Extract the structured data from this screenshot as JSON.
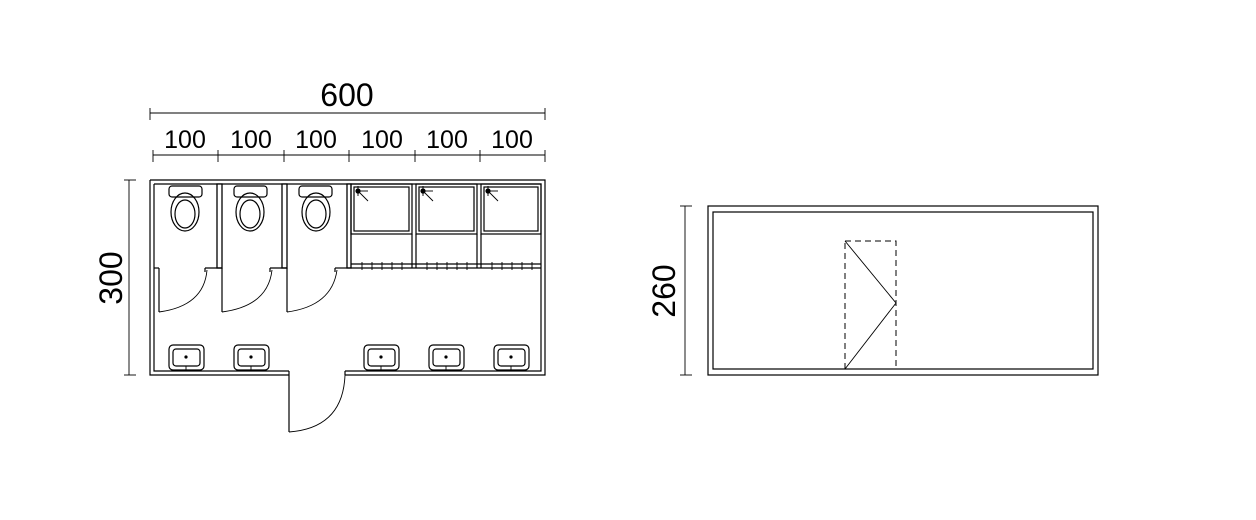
{
  "plan": {
    "overall_width_label": "600",
    "module_labels": [
      "100",
      "100",
      "100",
      "100",
      "100",
      "100"
    ],
    "depth_label": "300"
  },
  "elevation": {
    "height_label": "260"
  }
}
